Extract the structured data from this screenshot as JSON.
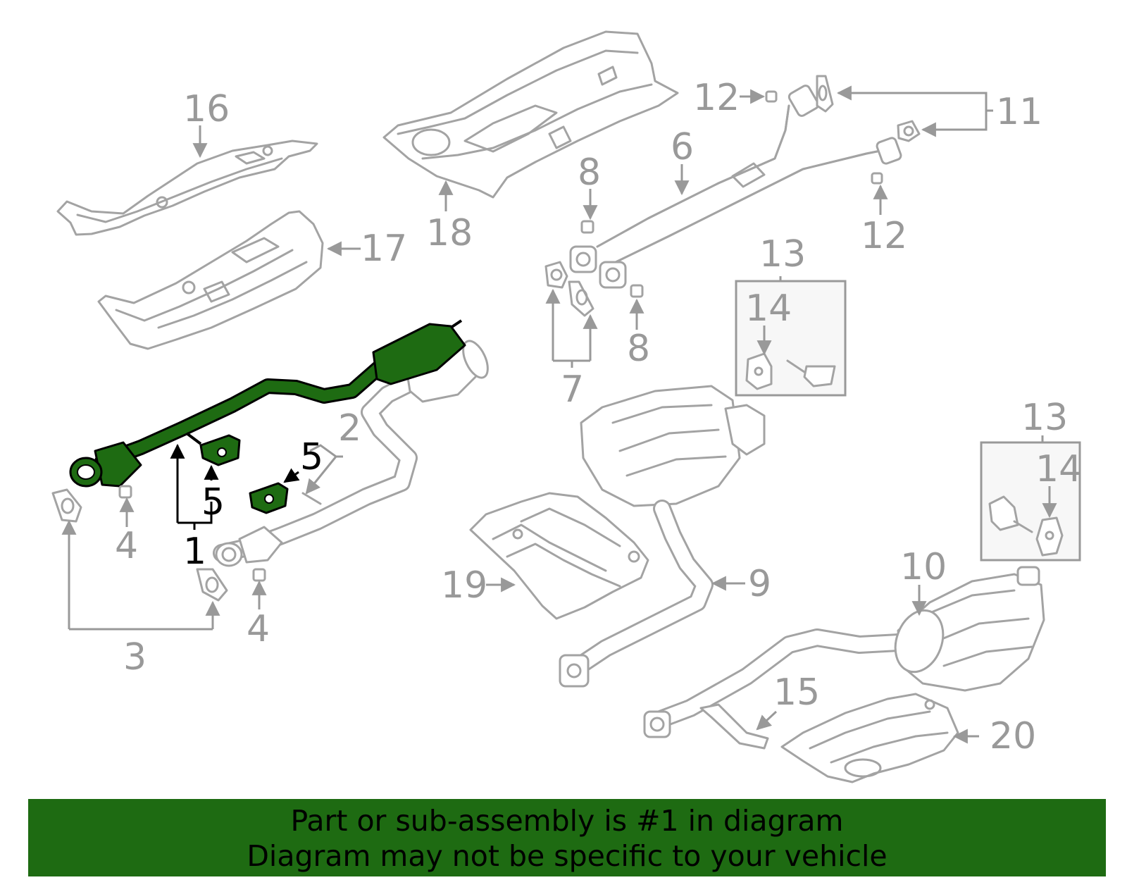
{
  "diagram": {
    "highlight_color": "#1e6b12",
    "part_color": "#a3a3a3",
    "callouts": {
      "c1": "1",
      "c2": "2",
      "c3": "3",
      "c4a": "4",
      "c4b": "4",
      "c5a": "5",
      "c5b": "5",
      "c6": "6",
      "c7": "7",
      "c8a": "8",
      "c8b": "8",
      "c9": "9",
      "c10": "10",
      "c11": "11",
      "c12a": "12",
      "c12b": "12",
      "c13a": "13",
      "c13b": "13",
      "c14a": "14",
      "c14b": "14",
      "c15": "15",
      "c16": "16",
      "c17": "17",
      "c18": "18",
      "c19": "19",
      "c20": "20"
    }
  },
  "banner": {
    "line1": "Part or sub-assembly is #1 in diagram",
    "line2": "Diagram may not be specific to your vehicle"
  }
}
